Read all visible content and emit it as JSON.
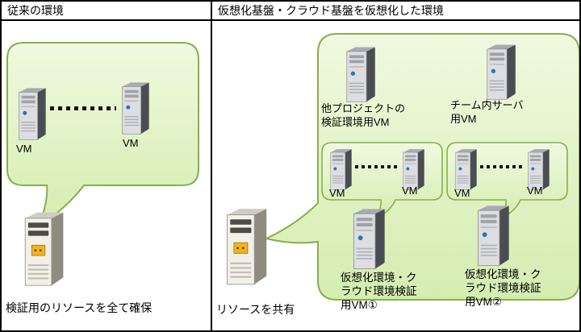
{
  "left_panel": {
    "header": "従来の環境",
    "vm1_label": "VM",
    "vm2_label": "VM",
    "host_caption": "検証用のリソースを全て確保"
  },
  "right_panel": {
    "header": "仮想化基盤・クラウド基盤を仮想化した環境",
    "other_project_vm_label": "他プロジェクトの\n検証環境用VM",
    "team_server_vm_label": "チーム内サーバ\n用VM",
    "cluster1": {
      "vm1_label": "VM",
      "vm2_label": "VM",
      "caption": "仮想化環境・ク\nラウド環境検証\n用VM①"
    },
    "cluster2": {
      "vm1_label": "VM",
      "vm2_label": "VM",
      "caption": "仮想化環境・ク\nラウド環境検証\n用VM②"
    },
    "host_caption": "リソースを共有"
  },
  "colors": {
    "bubble_fill_top": "#f0f9e0",
    "bubble_fill_bottom": "#d5edb0",
    "bubble_border": "#8aad4c",
    "panel_border": "#000000",
    "power_led": "#2e74b5",
    "host_badge": "#f0b51e"
  }
}
